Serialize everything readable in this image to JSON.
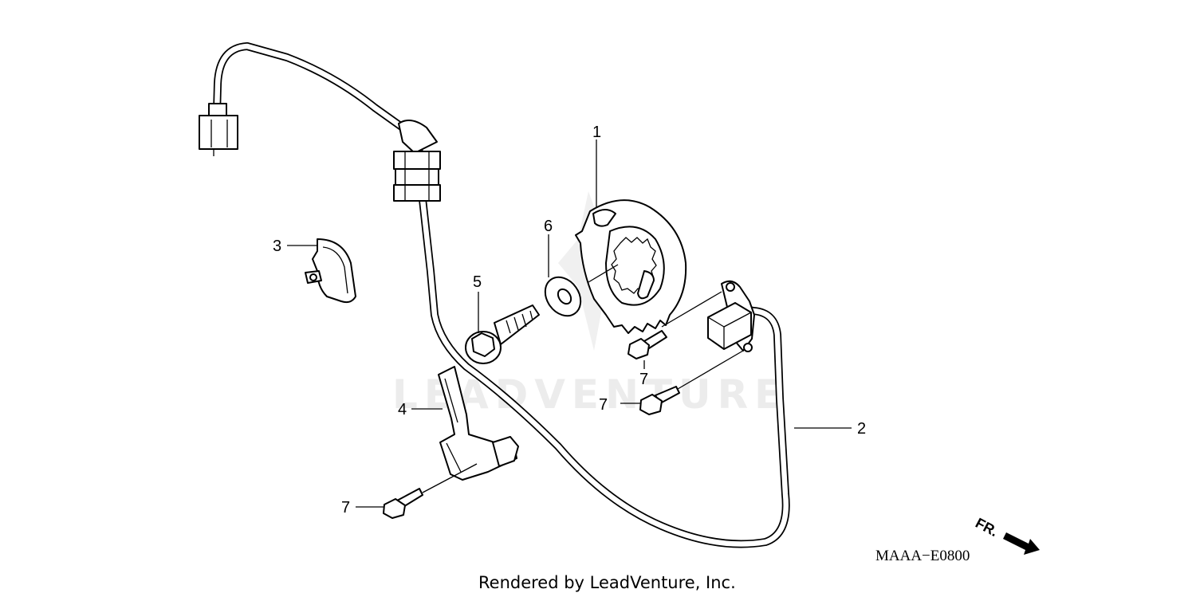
{
  "diagram": {
    "callouts": [
      {
        "id": "c1",
        "label": "1"
      },
      {
        "id": "c2",
        "label": "2"
      },
      {
        "id": "c3",
        "label": "3"
      },
      {
        "id": "c4",
        "label": "4"
      },
      {
        "id": "c5",
        "label": "5"
      },
      {
        "id": "c6",
        "label": "6"
      },
      {
        "id": "c7a",
        "label": "7"
      },
      {
        "id": "c7b",
        "label": "7"
      },
      {
        "id": "c7c",
        "label": "7"
      }
    ],
    "diagram_code": "MAAA−E0800",
    "direction_label": "FR.",
    "watermark": "LEADVENTURE",
    "credit": "Rendered by LeadVenture, Inc."
  }
}
